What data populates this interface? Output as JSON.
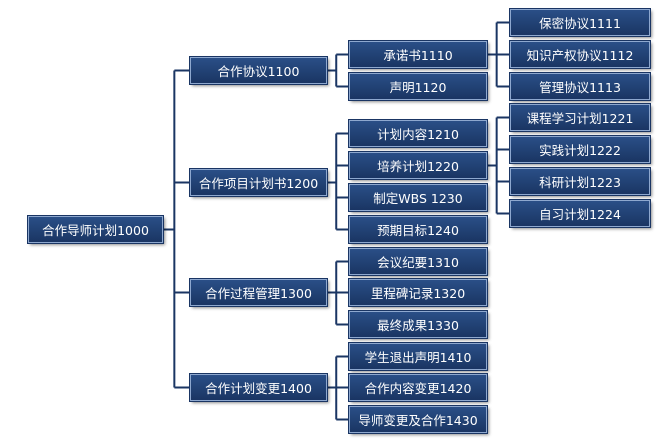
{
  "header_fragment": "",
  "root": {
    "id": "n1000",
    "label": "合作导师计划1000"
  },
  "level1": [
    {
      "id": "n1100",
      "label": "合作协议1100"
    },
    {
      "id": "n1200",
      "label": "合作项目计划书1200"
    },
    {
      "id": "n1300",
      "label": "合作过程管理1300"
    },
    {
      "id": "n1400",
      "label": "合作计划变更1400"
    }
  ],
  "level2": [
    {
      "id": "n1110",
      "label": "承诺书1110"
    },
    {
      "id": "n1120",
      "label": "声明1120"
    },
    {
      "id": "n1210",
      "label": "计划内容1210"
    },
    {
      "id": "n1220",
      "label": "培养计划1220"
    },
    {
      "id": "n1230",
      "label": "制定WBS 1230"
    },
    {
      "id": "n1240",
      "label": "预期目标1240"
    },
    {
      "id": "n1310",
      "label": "会议纪要1310"
    },
    {
      "id": "n1320",
      "label": "里程碑记录1320"
    },
    {
      "id": "n1330",
      "label": "最终成果1330"
    },
    {
      "id": "n1410",
      "label": "学生退出声明1410"
    },
    {
      "id": "n1420",
      "label": "合作内容变更1420"
    },
    {
      "id": "n1430",
      "label": "导师变更及合作1430"
    }
  ],
  "level3": [
    {
      "id": "n1111",
      "label": "保密协议1111"
    },
    {
      "id": "n1112",
      "label": "知识产权协议1112"
    },
    {
      "id": "n1113",
      "label": "管理协议1113"
    },
    {
      "id": "n1221",
      "label": "课程学习计划1221"
    },
    {
      "id": "n1222",
      "label": "实践计划1222"
    },
    {
      "id": "n1223",
      "label": "科研计划1223"
    },
    {
      "id": "n1224",
      "label": "自习计划1224"
    }
  ],
  "colors": {
    "node_fill": "#1f3f75",
    "node_border": "#8ea8cf",
    "connector": "#1a3563"
  }
}
